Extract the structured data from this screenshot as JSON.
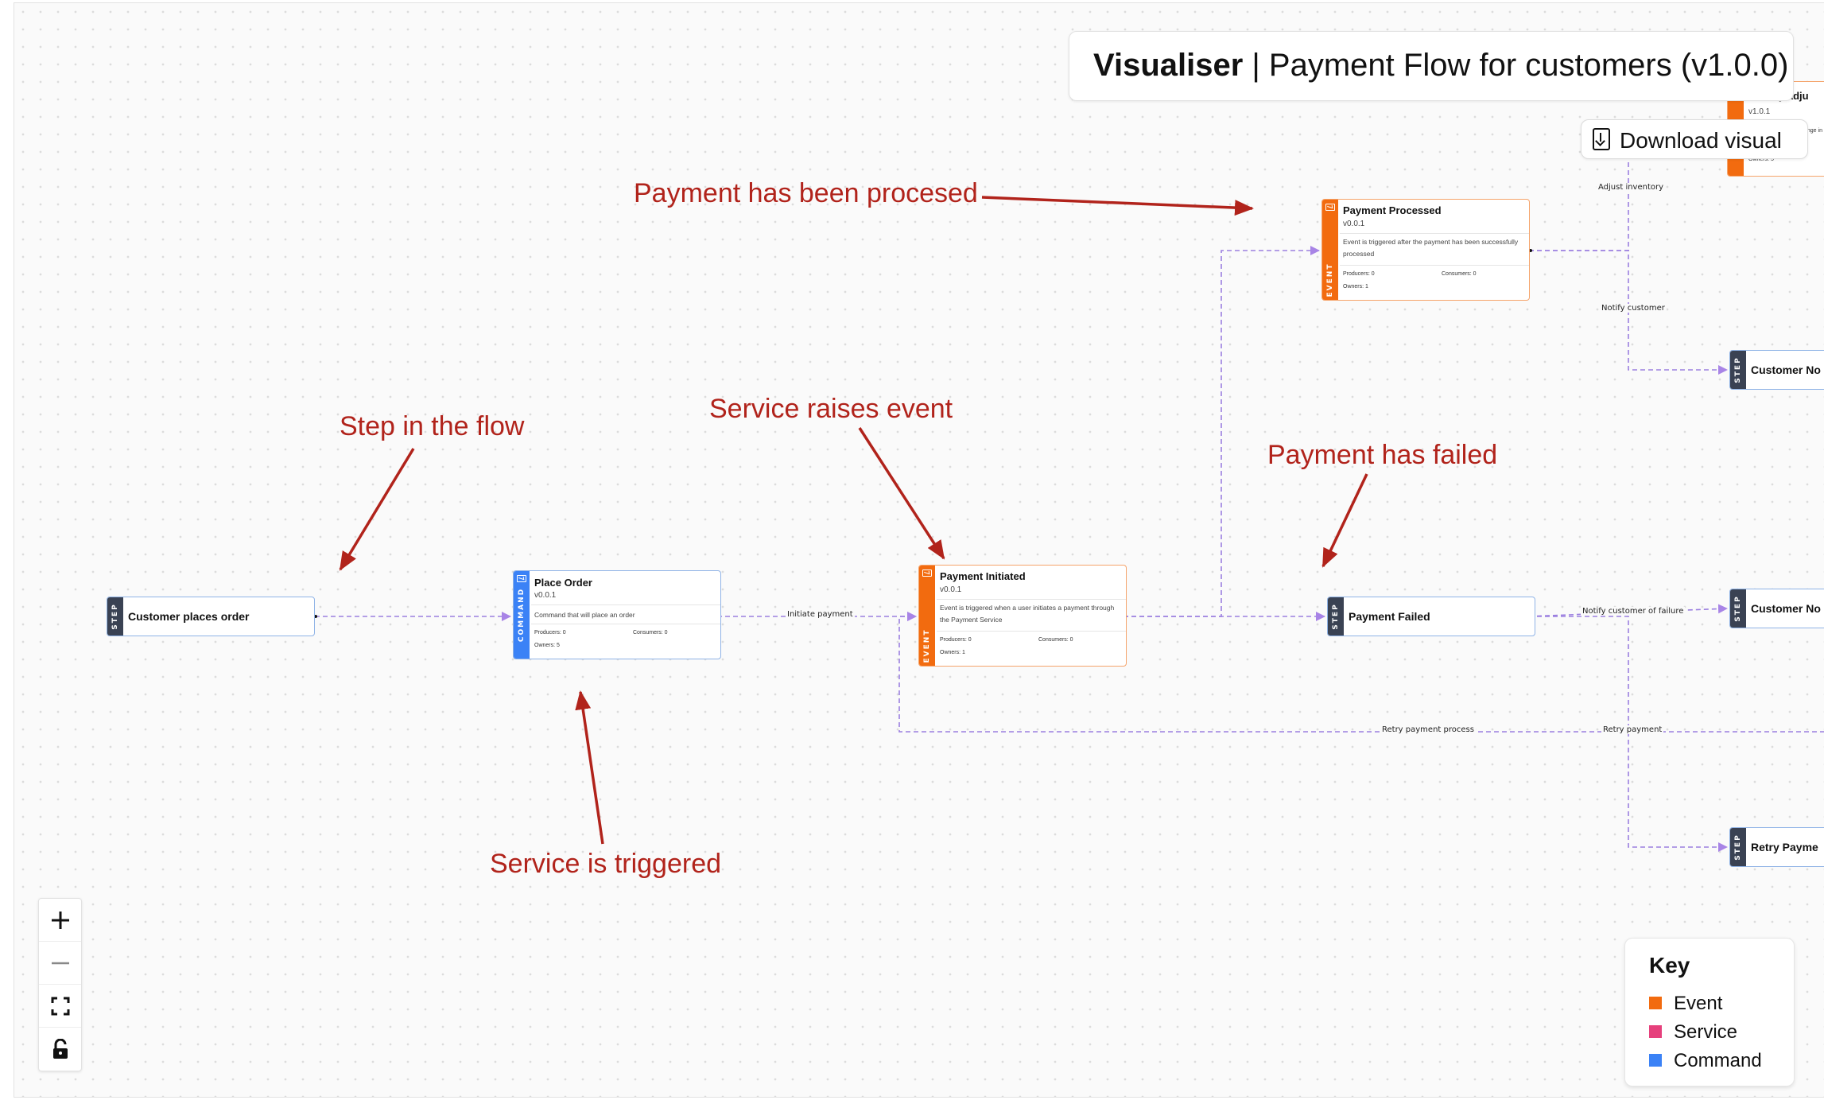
{
  "header": {
    "brand": "Visualiser",
    "separator": "|",
    "flow_title": "Payment Flow for customers (v1.0.0)",
    "download_label": "Download visual"
  },
  "nodes": {
    "customer_places_order": {
      "type": "STEP",
      "title": "Customer places order"
    },
    "place_order": {
      "type": "COMMAND",
      "title": "Place Order",
      "version": "v0.0.1",
      "description": "Command that will place an order",
      "producers": "Producers: 0",
      "consumers": "Consumers: 0",
      "owners": "Owners: 5"
    },
    "payment_initiated": {
      "type": "EVENT",
      "title": "Payment Initiated",
      "version": "v0.0.1",
      "description": "Event is triggered when a user initiates a payment through the Payment Service",
      "producers": "Producers: 0",
      "consumers": "Consumers: 0",
      "owners": "Owners: 1"
    },
    "payment_processed": {
      "type": "EVENT",
      "title": "Payment Processed",
      "version": "v0.0.1",
      "description": "Event is triggered after the payment has been successfully processed",
      "producers": "Producers: 0",
      "consumers": "Consumers: 0",
      "owners": "Owners: 1"
    },
    "payment_failed": {
      "type": "STEP",
      "title": "Payment Failed"
    },
    "customer_notified": {
      "type": "STEP",
      "title": "Customer No"
    },
    "customer_notified_failure": {
      "type": "STEP",
      "title": "Customer No"
    },
    "retry_payment": {
      "type": "STEP",
      "title": "Retry Payme"
    },
    "inventory_adjusted": {
      "title": "y adju",
      "version": "v1.0.1",
      "description": "ange in",
      "owners": "Owners: 5"
    }
  },
  "edges": {
    "initiate_payment": "Initiate payment",
    "adjust_inventory": "Adjust inventory",
    "notify_customer": "Notify customer",
    "notify_failure": "Notify customer of failure",
    "retry_process": "Retry payment process",
    "retry_payment": "Retry payment"
  },
  "annotations": {
    "payment_processed": "Payment has been procesed",
    "step_in_flow": "Step in the flow",
    "service_raises_event": "Service raises event",
    "payment_failed": "Payment has failed",
    "service_triggered": "Service is triggered"
  },
  "key": {
    "title": "Key",
    "items": [
      {
        "label": "Event",
        "color": "#f26b0f"
      },
      {
        "label": "Service",
        "color": "#e6407c"
      },
      {
        "label": "Command",
        "color": "#3b82f6"
      }
    ]
  },
  "colors": {
    "event": "#f26b0f",
    "command": "#3b82f6",
    "step": "#3a4253",
    "edge": "#9b7fe0",
    "annotation": "#b1231b"
  }
}
